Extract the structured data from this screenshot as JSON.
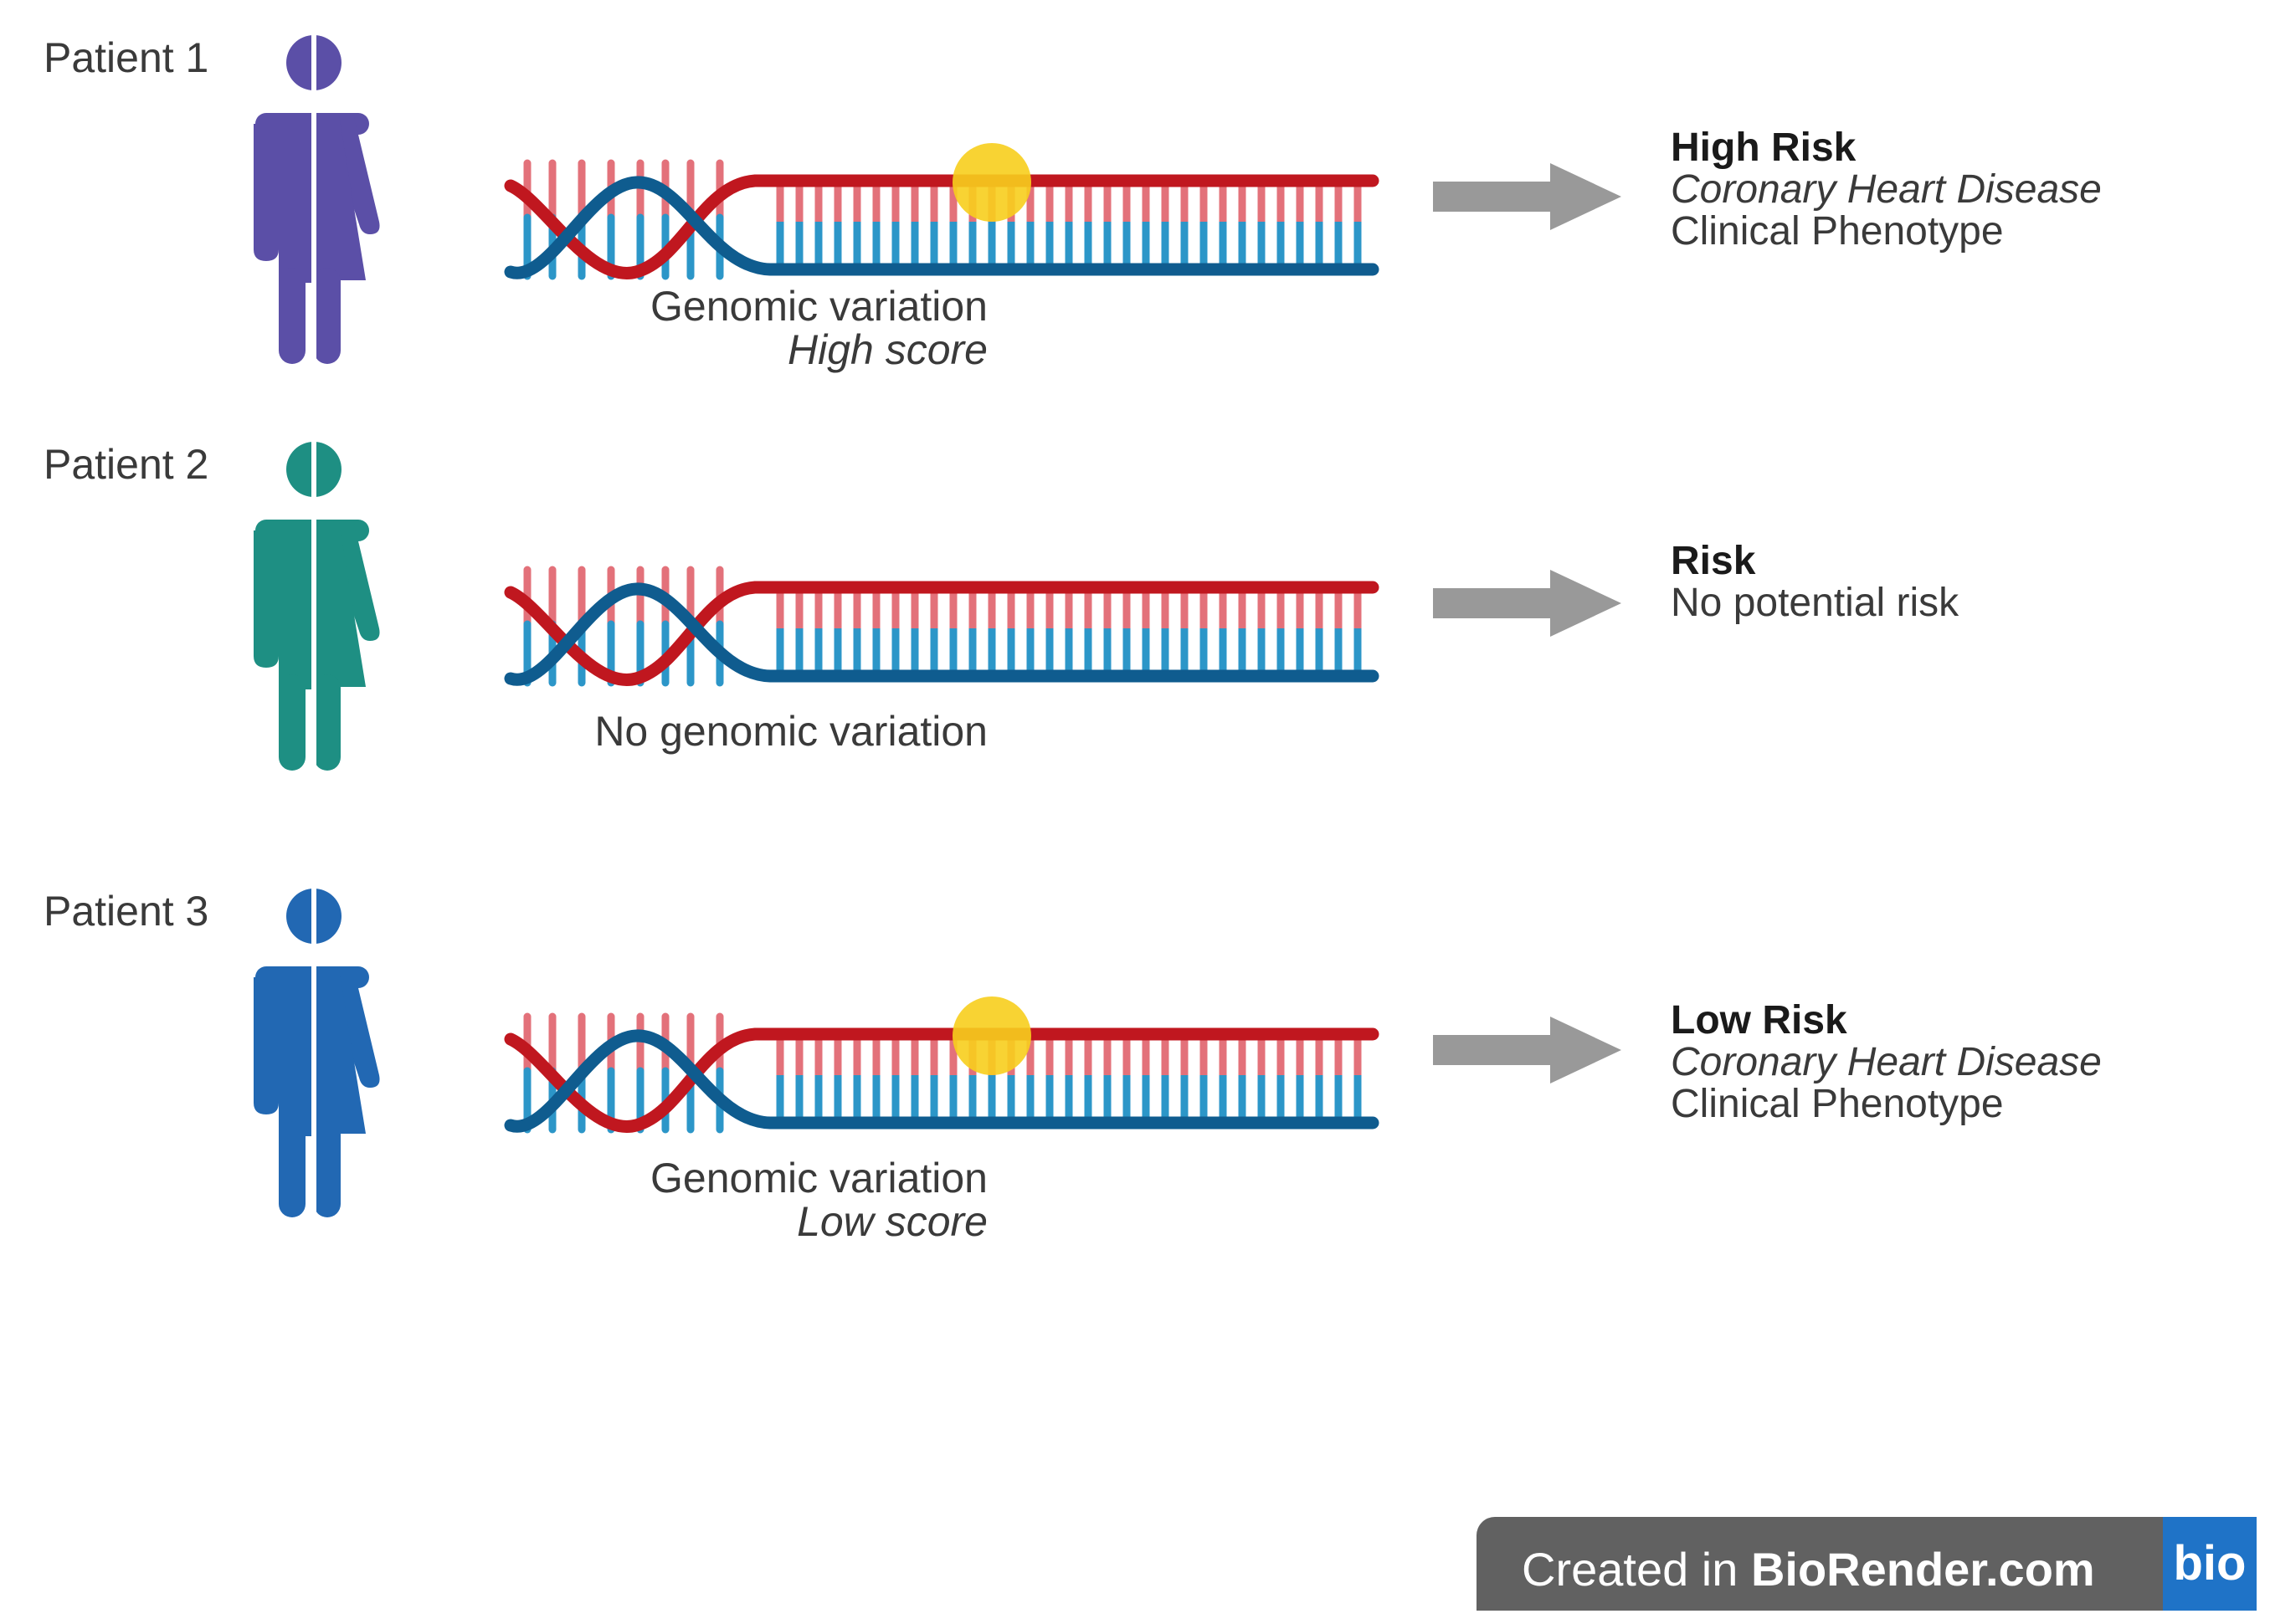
{
  "colors": {
    "strand_red": "#c0171f",
    "strand_blue": "#0f5c8f",
    "rung_red": "#e3717a",
    "rung_blue": "#2c96c8",
    "variant_dot": "#f7ce1d",
    "arrow": "#999999"
  },
  "patients": [
    {
      "label": "Patient 1",
      "color": "#5b4fa7",
      "icon": "person-icon",
      "variant_marker": true,
      "variation_label": "Genomic variation",
      "variation_score": "High score",
      "result_heading": "High Risk",
      "result_disease": "Coronary Heart Disease",
      "result_detail": "Clinical Phenotype"
    },
    {
      "label": "Patient 2",
      "color": "#1e8f83",
      "icon": "person-icon",
      "variant_marker": false,
      "variation_label": "No genomic variation",
      "variation_score": "",
      "result_heading": "Risk",
      "result_disease": "",
      "result_detail": "No potential risk"
    },
    {
      "label": "Patient 3",
      "color": "#2268b3",
      "icon": "person-icon",
      "variant_marker": true,
      "variation_label": "Genomic variation",
      "variation_score": "Low score",
      "result_heading": "Low Risk",
      "result_disease": "Coronary Heart Disease",
      "result_detail": "Clinical Phenotype"
    }
  ],
  "badge": {
    "prefix": "Created in ",
    "brand": "BioRender.com",
    "logo_text": "bio",
    "bg": "#616161",
    "logo_bg": "#1f73c7"
  }
}
